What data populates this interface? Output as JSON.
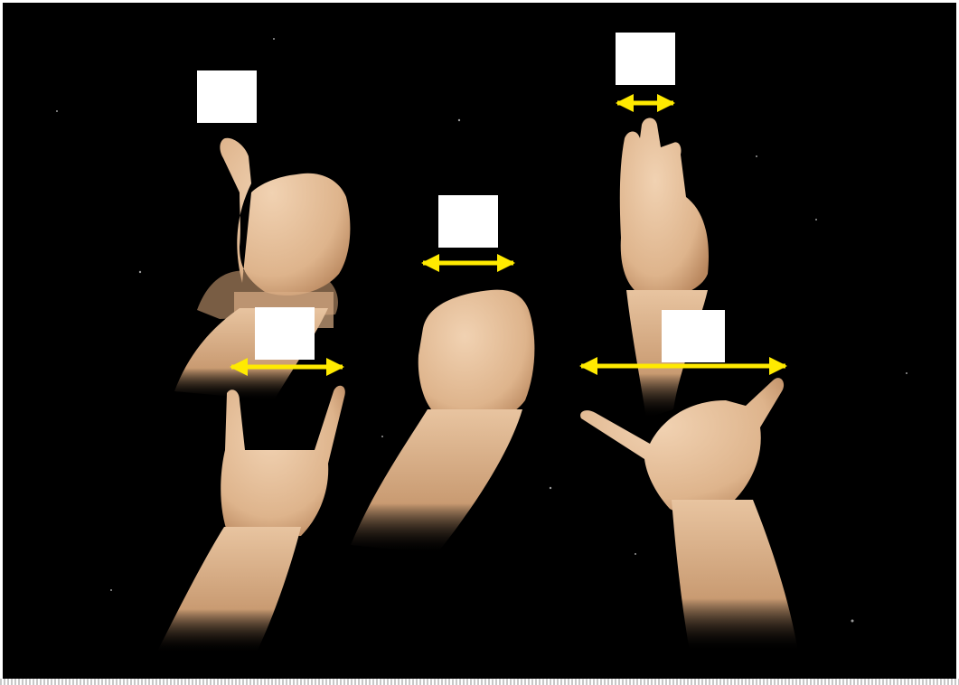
{
  "figure": {
    "background": "#000000",
    "skin_color": "#e6bf9a",
    "arrow_color": "#ffea00",
    "marker_color": "#ffffff",
    "gestures": [
      {
        "id": "index-point",
        "arrow": "none"
      },
      {
        "id": "fist",
        "arrow": "double-headed"
      },
      {
        "id": "two-finger-up",
        "arrow": "double-headed"
      },
      {
        "id": "horns",
        "arrow": "double-headed"
      },
      {
        "id": "thumb-pinky-spread",
        "arrow": "double-headed"
      }
    ]
  }
}
